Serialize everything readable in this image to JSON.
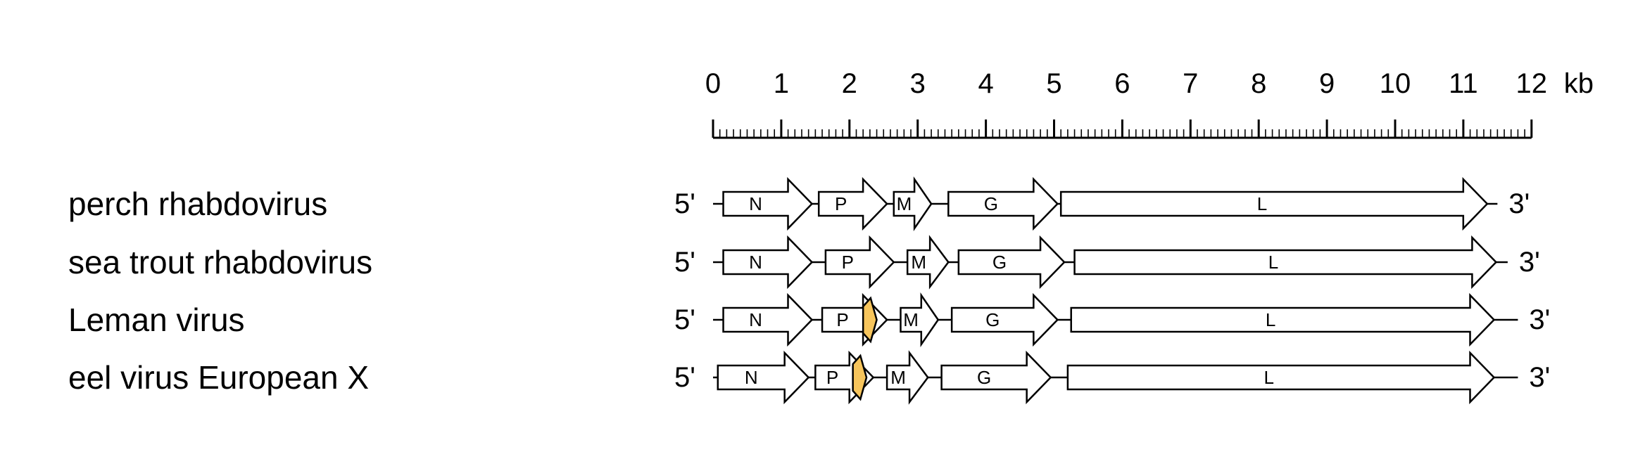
{
  "scale": {
    "unit": "kb",
    "min": 0,
    "max": 12,
    "major_ticks": [
      0,
      1,
      2,
      3,
      4,
      5,
      6,
      7,
      8,
      9,
      10,
      11,
      12
    ],
    "minor_step": 0.1,
    "tick_labels": [
      "0",
      "1",
      "2",
      "3",
      "4",
      "5",
      "6",
      "7",
      "8",
      "9",
      "10",
      "11",
      "12"
    ]
  },
  "colors": {
    "gene_fill": "#ffffff",
    "stroke": "#000000",
    "extra_orf_fill": "#f7c55c"
  },
  "end_labels": {
    "five_prime": "5'",
    "three_prime": "3'"
  },
  "genomes": [
    {
      "name": "perch rhabdovirus",
      "start_kb": 0.0,
      "end_kb": 11.5,
      "genes": [
        {
          "label": "N",
          "start": 0.15,
          "end": 1.45
        },
        {
          "label": "P",
          "start": 1.55,
          "end": 2.55
        },
        {
          "label": "M",
          "start": 2.65,
          "end": 3.2
        },
        {
          "label": "G",
          "start": 3.45,
          "end": 5.05
        },
        {
          "label": "L",
          "start": 5.1,
          "end": 11.35
        }
      ],
      "extra_orf": null
    },
    {
      "name": "sea trout rhabdovirus",
      "start_kb": 0.0,
      "end_kb": 11.65,
      "genes": [
        {
          "label": "N",
          "start": 0.15,
          "end": 1.45
        },
        {
          "label": "P",
          "start": 1.65,
          "end": 2.65
        },
        {
          "label": "M",
          "start": 2.85,
          "end": 3.45
        },
        {
          "label": "G",
          "start": 3.6,
          "end": 5.15
        },
        {
          "label": "L",
          "start": 5.3,
          "end": 11.48
        }
      ],
      "extra_orf": null
    },
    {
      "name": "Leman virus",
      "start_kb": 0.0,
      "end_kb": 11.8,
      "genes": [
        {
          "label": "N",
          "start": 0.15,
          "end": 1.45
        },
        {
          "label": "P",
          "start": 1.6,
          "end": 2.55
        },
        {
          "label": "M",
          "start": 2.75,
          "end": 3.3
        },
        {
          "label": "G",
          "start": 3.5,
          "end": 5.05
        },
        {
          "label": "L",
          "start": 5.25,
          "end": 11.45
        }
      ],
      "extra_orf": {
        "start": 2.2,
        "end": 2.4
      }
    },
    {
      "name": "eel virus European X",
      "start_kb": 0.0,
      "end_kb": 11.8,
      "genes": [
        {
          "label": "N",
          "start": 0.07,
          "end": 1.4
        },
        {
          "label": "P",
          "start": 1.5,
          "end": 2.35
        },
        {
          "label": "M",
          "start": 2.55,
          "end": 3.15
        },
        {
          "label": "G",
          "start": 3.35,
          "end": 4.95
        },
        {
          "label": "L",
          "start": 5.2,
          "end": 11.45
        }
      ],
      "extra_orf": {
        "start": 2.05,
        "end": 2.25
      }
    }
  ]
}
